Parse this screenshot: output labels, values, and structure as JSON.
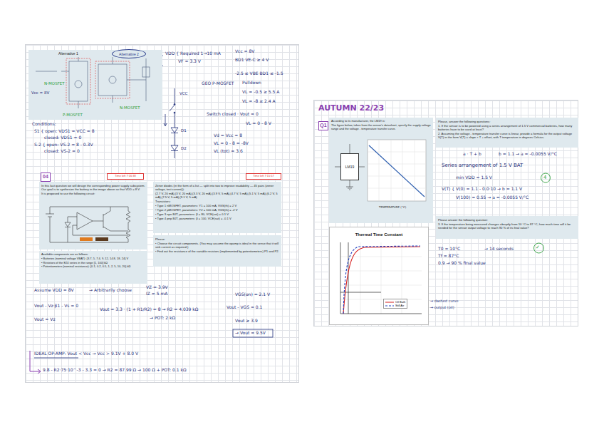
{
  "diagram": {
    "nodes": [
      {
        "text": [
          "Alternative 1"
        ]
      },
      {
        "text": [
          "Alternative 2"
        ],
        "in": 0
      },
      {
        "text": [
          "04"
        ]
      },
      {
        "text": [
          "Time left 7:16:38"
        ]
      },
      {
        "text": [
          "In this last question we will design the corresponding power supply subsystem. Our goal is to synthesize the battery in the image above so that VDD = 8 V.",
          "It is proposed to use the following circuit:"
        ]
      },
      {
        "text": [
          "Available components are as follows:",
          "• Batteries (nominal voltage VBAT): {3.7, 5, 7.4, 9, 12, 14.8, 18, 24} V",
          "• Resistors of the E24 series in the range [1, 100] kΩ",
          "• Potentiometers (nominal resistance): {0.1, 0.2, 0.5, 1, 2, 5, 10, 20} kΩ"
        ]
      },
      {
        "text": [
          "Time left 7:15:57"
        ]
      },
      {
        "text": [
          "Zener diodes (in the form of a list — split into two to improve readability — 45 pairs (zener voltage, test current)):",
          "(2.7 V, 20 mA),(3 V, 20 mA),(3.3 V, 20 mA),(3.9 V, 5 mA),(4.7 V, 5 mA),(5.1 V, 5 mA),(6.2 V, 5 mA),(7.5 V, 5 mA),(9.1 V, 5 mA)",
          "Transistors:",
          "• Type 1 nMOSFET, parameters: Y1 = 100 mA, VGS(th) = 2 V",
          "• Type 2 pMOSFET, parameters: Y2 = 100 mA, VGS(th) = -2 V",
          "• Type 3 npn BJT, parameters: β = 80, VCE(sat) = 0.1 V",
          "• Type 4 pnp BJT, parameters: β = 100, VCE(sat) = -0.1 V"
        ]
      },
      {
        "text": [
          "Please:",
          "• Choose the circuit components. (You may assume the opamp is ideal in the sense that it will sink current as required.)",
          "• Find out the resistance of the variable resistors (implemented by potentiometers) P1 and P2."
        ]
      },
      {
        "text": [
          "Q1"
        ]
      },
      {
        "text": [
          "According to its manufacturer, the LM19 is:",
          "The figure below, taken from the sensor's datasheet, specify the supply voltage range and the voltage - temperature transfer curve."
        ]
      },
      {
        "text": [
          "LM19"
        ],
        "in": 10
      },
      {
        "text": [
          "Please, answer the following questions:",
          "1. If the sensor is to be powered using a series arrangement of 1.5 V commercial batteries, how many batteries have to be used at least?",
          "2. Assuming the voltage - temperature transfer curve is linear, provide a formula for the output voltage V(T) in the form V(T) = slope × T + offset, with T temperature in degrees Celsius."
        ]
      },
      {
        "text": [
          "Thermal Time Constant"
        ]
      },
      {
        "text": [
          "Please answer the following question:",
          "3. If the temperature being measured changes abruptly from 10 °C to 87 °C, how much time will it be needed for the sensor output voltage to reach 90 % of its final value?"
        ]
      }
    ],
    "labels": [
      "N-MOSFET",
      "P-MOSFET",
      "N-MOSFET",
      "Vcc = 8V",
      "Conditions:",
      "S1 { open: VDS1 = VCC = 8",
      "closed: VDS1 = 0",
      "S-2 { open: VS-2 = 8 - 0.3V",
      "closed: VS-2 = 0",
      "VDD { Required 1→10 mA",
      "VF = 3.3 V",
      "Vcc = 8V",
      "BD1 VE-C ≥ 4 V",
      "-2.5 ≤ VBE BD1 ≤ -1.5",
      "GEO P-MOSFET",
      "Pulldown",
      "VL = -0.5 ≥ 5.5 A",
      "VL = -8 ≥ 2.4 A",
      "VCC",
      "Switch closed · Vout = 0",
      "VL = 0 - 8 V",
      "Vd = Vcc = 8",
      "VL = 0 - 8 = -8V",
      "VL (tot) = 3.6",
      "D1",
      "D2",
      "Assume VDD = 8V",
      "→ Arbitrarily choose",
      "VZ = 3.9V",
      "IZ = 5 mA",
      "Vout - Vz·β1 - Vs = 0",
      "Vout = 3.3 · (1 + R1/R2) = 8 → R2 = 4.039 kΩ",
      "→ POT: 2 kΩ",
      "Vout = Vz",
      "VGS(on) = 2.1 V",
      "Vout - VGS = 0.1",
      "Vout ≥ 3.9",
      "→ Vout = 9.5V",
      "IDEAL OP-AMP: Vout < Vcc → Vcc > 9.1V + 8.0 V",
      "9.8 - R2·75·10^-3 - 3.3 = 0 → R2 = 87.99 Ω → 100 Ω + POT: 0.1 kΩ",
      "AUTUMN 22/23",
      "a · T + b",
      "b = 1.1 → a = -0.0055 V/°C",
      "Series arrangement of 1.5 V BAT",
      "min VDD = 1.5 V",
      "V(T) { V(0) = 1.1 - 0.0·10 → b = 1.1 V",
      "V(100) = 0.55 → a = -0.0055 V/°C",
      "4",
      "✓",
      "T0 = 10°C",
      "Tf = 87°C",
      "0.9 → 90 % final value",
      "→ 14 seconds",
      "→ dashed curve",
      "→ output (oil)",
      "TEMPERATURE (°C)"
    ],
    "legend": [
      {
        "text": "Oil Bath"
      },
      {
        "text": "Still Air"
      }
    ]
  }
}
